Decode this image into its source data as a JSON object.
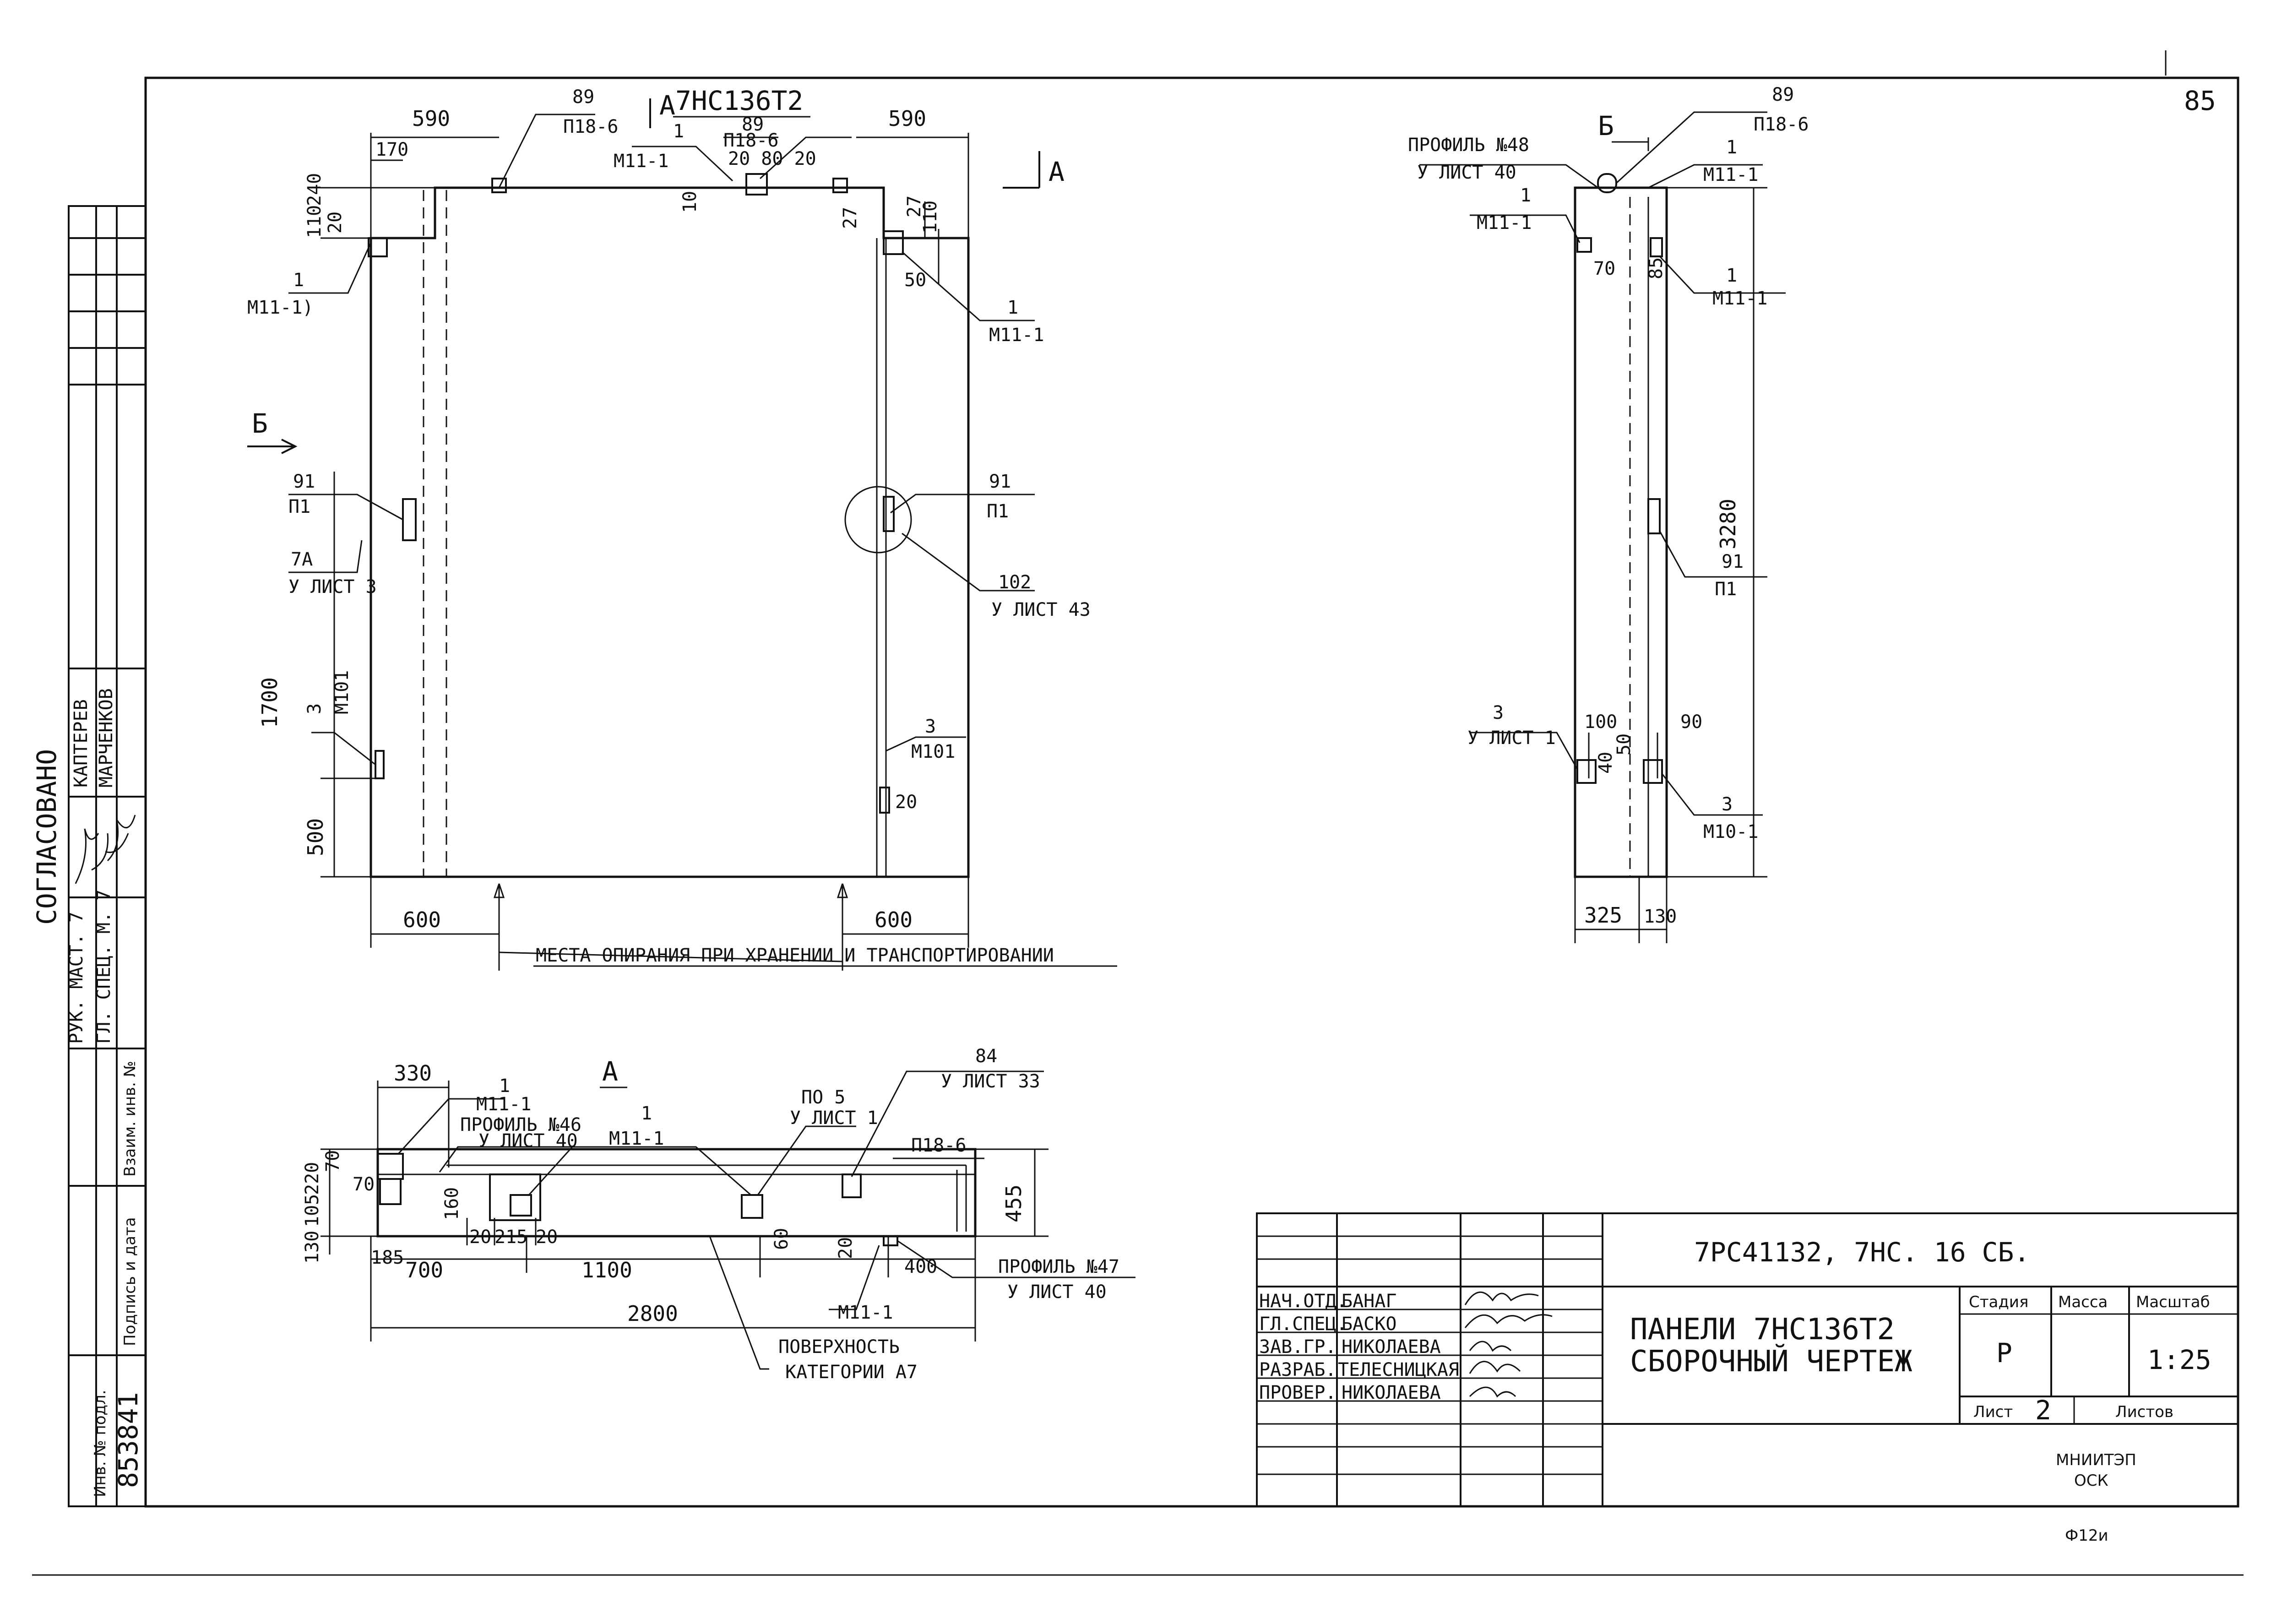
{
  "sheet": {
    "page_number": "85",
    "code": "Ф12и"
  },
  "side_panel": {
    "approved": "СОГЛАСОВАНО",
    "roles": [
      "РУК. МАСТ. 7",
      "ГЛ. СПЕЦ. М. 7"
    ],
    "names": [
      "КАПТЕРЕВ",
      "МАРЧЕНКОВ"
    ],
    "fields": [
      "Взаим. инв. №",
      "Подпись и дата",
      "Инв. № подл."
    ],
    "inventory_number": "853841"
  },
  "view_front": {
    "section_mark": "7НС136Т2",
    "section_a": "А",
    "section_b": "Б",
    "dims": {
      "top_left": "590",
      "top_right": "590",
      "offset_170": "170",
      "v_110": "110",
      "v_240": "240",
      "v_20a": "20",
      "v_27a": "27",
      "v_27b": "27",
      "v_110b": "110",
      "v_50": "50",
      "h_1700": "1700",
      "h_500": "500",
      "bottom_left": "600",
      "bottom_right": "600",
      "h_20": "20",
      "mid_80": "20 80 20",
      "v_10": "10"
    },
    "labels": {
      "p18_left_num": "89",
      "p18_left": "П18-6",
      "m11_top_num": "1",
      "m11_top": "М11-1",
      "p18_mid_num": "89",
      "p18_mid": "П18-6",
      "m11_left_num": "1",
      "m11_left": "М11-1)",
      "m11_right_num": "1",
      "m11_right": "М11-1",
      "p1_left_num": "91",
      "p1_left": "П1",
      "sheet3_num": "7А",
      "sheet3": "У ЛИСТ 3",
      "m101_left_num": "3",
      "m101_left": "М101",
      "p1_right_num": "91",
      "p1_right": "П1",
      "sheet43_num": "102",
      "sheet43": "У ЛИСТ 43",
      "m101_right_num": "3",
      "m101_right": "М101"
    },
    "support_note": "МЕСТА ОПИРАНИЯ ПРИ ХРАНЕНИИ И ТРАНСПОРТИРОВАНИИ"
  },
  "view_side": {
    "section_b": "Б",
    "labels": {
      "p18_num": "89",
      "p18": "П18-6",
      "profile48": "ПРОФИЛЬ №48",
      "sheet40": "У ЛИСТ 40",
      "m11_a_num": "1",
      "m11_a": "М11-1",
      "m11_b_num": "1",
      "m11_b": "М11-1",
      "m11_c_num": "1",
      "m11_c": "М11-1",
      "p1_num": "91",
      "p1": "П1",
      "sheet1_num": "3",
      "sheet1": "У ЛИСТ 1",
      "m10_num": "3",
      "m10": "М10-1"
    },
    "dims": {
      "h_3280": "3280",
      "v_70": "70",
      "v_85": "85",
      "d_100": "100",
      "d_90": "90",
      "d_40": "40",
      "d_50": "50",
      "bottom_325": "325",
      "bottom_130": "130"
    }
  },
  "view_plan": {
    "section_a": "А",
    "labels": {
      "m11_a_num": "1",
      "m11_a": "М11-1",
      "profile46": "ПРОФИЛЬ №46",
      "sheet40a": "У ЛИСТ 40",
      "m11_b_num": "1",
      "m11_b": "М11-1",
      "p5": "ПО 5",
      "sheet1": "У ЛИСТ 1",
      "sheet33_num": "84",
      "sheet33": "У ЛИСТ 33",
      "p18": "П18-6",
      "profile47": "ПРОФИЛЬ №47",
      "sheet40b": "У ЛИСТ 40",
      "m11_c": "М11-1",
      "surface": "ПОВЕРХНОСТЬ",
      "category": "КАТЕГОРИИ А7"
    },
    "dims": {
      "d_330": "330",
      "v_220": "220",
      "v_105": "105",
      "v_130": "130",
      "v_70a": "70",
      "v_70b": "70",
      "d_160": "160",
      "d_20a": "20",
      "d_215": "215",
      "d_20b": "20",
      "d_185": "185",
      "d_700": "700",
      "d_1100": "1100",
      "d_60": "60",
      "d_20c": "20",
      "d_400": "400",
      "d_455": "455",
      "d_2800": "2800"
    }
  },
  "title_block": {
    "drawing_code": "7РС41132, 7НС. 16 СБ.",
    "title_line1": "ПАНЕЛИ 7НС136Т2",
    "title_line2": "СБОРОЧНЫЙ ЧЕРТЕЖ",
    "stage_header": "Стадия",
    "mass_header": "Масса",
    "scale_header": "Масштаб",
    "stage": "Р",
    "scale": "1:25",
    "sheet_label": "Лист",
    "sheet_value": "2",
    "sheets_label": "Листов",
    "org_line1": "МНИИТЭП",
    "org_line2": "ОСК",
    "roles": [
      "НАЧ.ОТД.",
      "ГЛ.СПЕЦ.",
      "ЗАВ.ГР.",
      "РАЗРАБ.",
      "ПРОВЕР."
    ],
    "names": [
      "БАНАГ",
      "БАСКО",
      "НИКОЛАЕВА",
      "ТЕЛЕСНИЦКАЯ",
      "НИКОЛАЕВА"
    ]
  }
}
